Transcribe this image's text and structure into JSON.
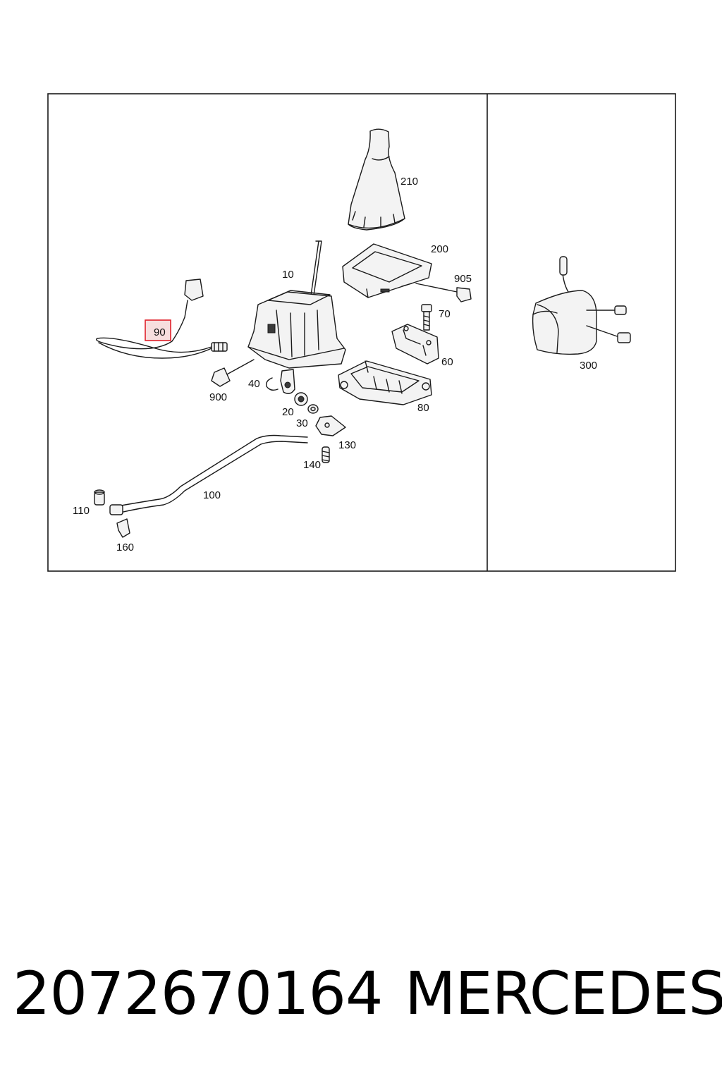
{
  "diagram": {
    "callouts": {
      "c10": "10",
      "c20": "20",
      "c30": "30",
      "c40": "40",
      "c60": "60",
      "c70": "70",
      "c80": "80",
      "c90": "90",
      "c100": "100",
      "c110": "110",
      "c130": "130",
      "c140": "140",
      "c160": "160",
      "c200": "200",
      "c210": "210",
      "c300": "300",
      "c900": "900",
      "c905": "905"
    },
    "highlighted_callout": "90",
    "highlight_color": "#e0202a"
  },
  "footer": {
    "part_number": "2072670164",
    "brand": "MERCEDES"
  }
}
